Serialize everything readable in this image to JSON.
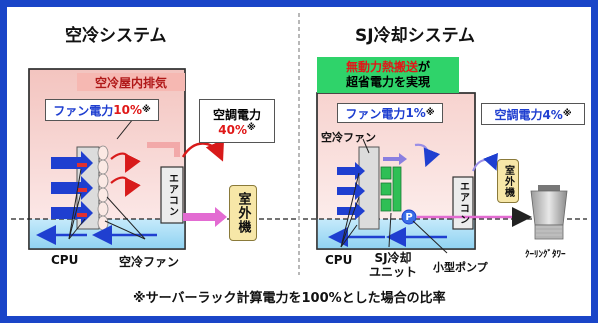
{
  "left": {
    "title": "空冷システム",
    "exhaust_label": "空冷屋内排気",
    "fan_power_prefix": "ファン電力",
    "fan_power_value": "10%",
    "fan_power_mark": "※",
    "ac_power_label": "空調電力",
    "ac_power_value": "40%",
    "ac_power_mark": "※",
    "aircon_label": "エアコン",
    "outdoor_unit_label": "室外機",
    "cpu_label": "CPU",
    "fan_label": "空冷ファン"
  },
  "right": {
    "title": "SJ冷却システム",
    "callout_line1_red": "無動力熱搬送",
    "callout_line1_tail": "が",
    "callout_line2": "超省電力を実現",
    "fan_power_prefix": "ファン電力",
    "fan_power_value": "1%",
    "fan_power_mark": "※",
    "ac_power_label": "空調電力4%",
    "ac_power_mark": "※",
    "fan_label": "空冷ファン",
    "aircon_label": "エアコン",
    "outdoor_unit_label": "室外機",
    "cpu_label": "CPU",
    "sj_unit_line1": "SJ冷却",
    "sj_unit_line2": "ユニット",
    "pump_label": "小型ポンプ",
    "pump_symbol": "P",
    "tower_label": "ｸｰﾘﾝｸﾞﾀﾜｰ"
  },
  "footnote": "※サーバーラック計算電力を100%とした場合の比率",
  "colors": {
    "frame": "#1a45c8",
    "accent_blue": "#1f3fd0",
    "accent_red": "#e01818",
    "pink_arrow": "#e36bd2",
    "hot_room": "#f6c9c3",
    "cool_floor": "#a9ddf5",
    "callout_green": "#2fd36a"
  }
}
